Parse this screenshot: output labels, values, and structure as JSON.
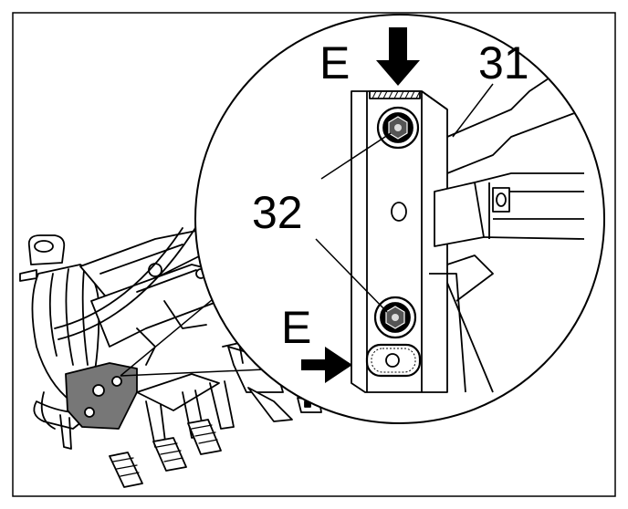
{
  "callouts": {
    "part_31": "31",
    "part_32": "32",
    "mark_e_top": "E",
    "mark_e_bottom": "E"
  },
  "colors": {
    "line": "#000000",
    "background": "#ffffff",
    "arrow": "#000000"
  }
}
